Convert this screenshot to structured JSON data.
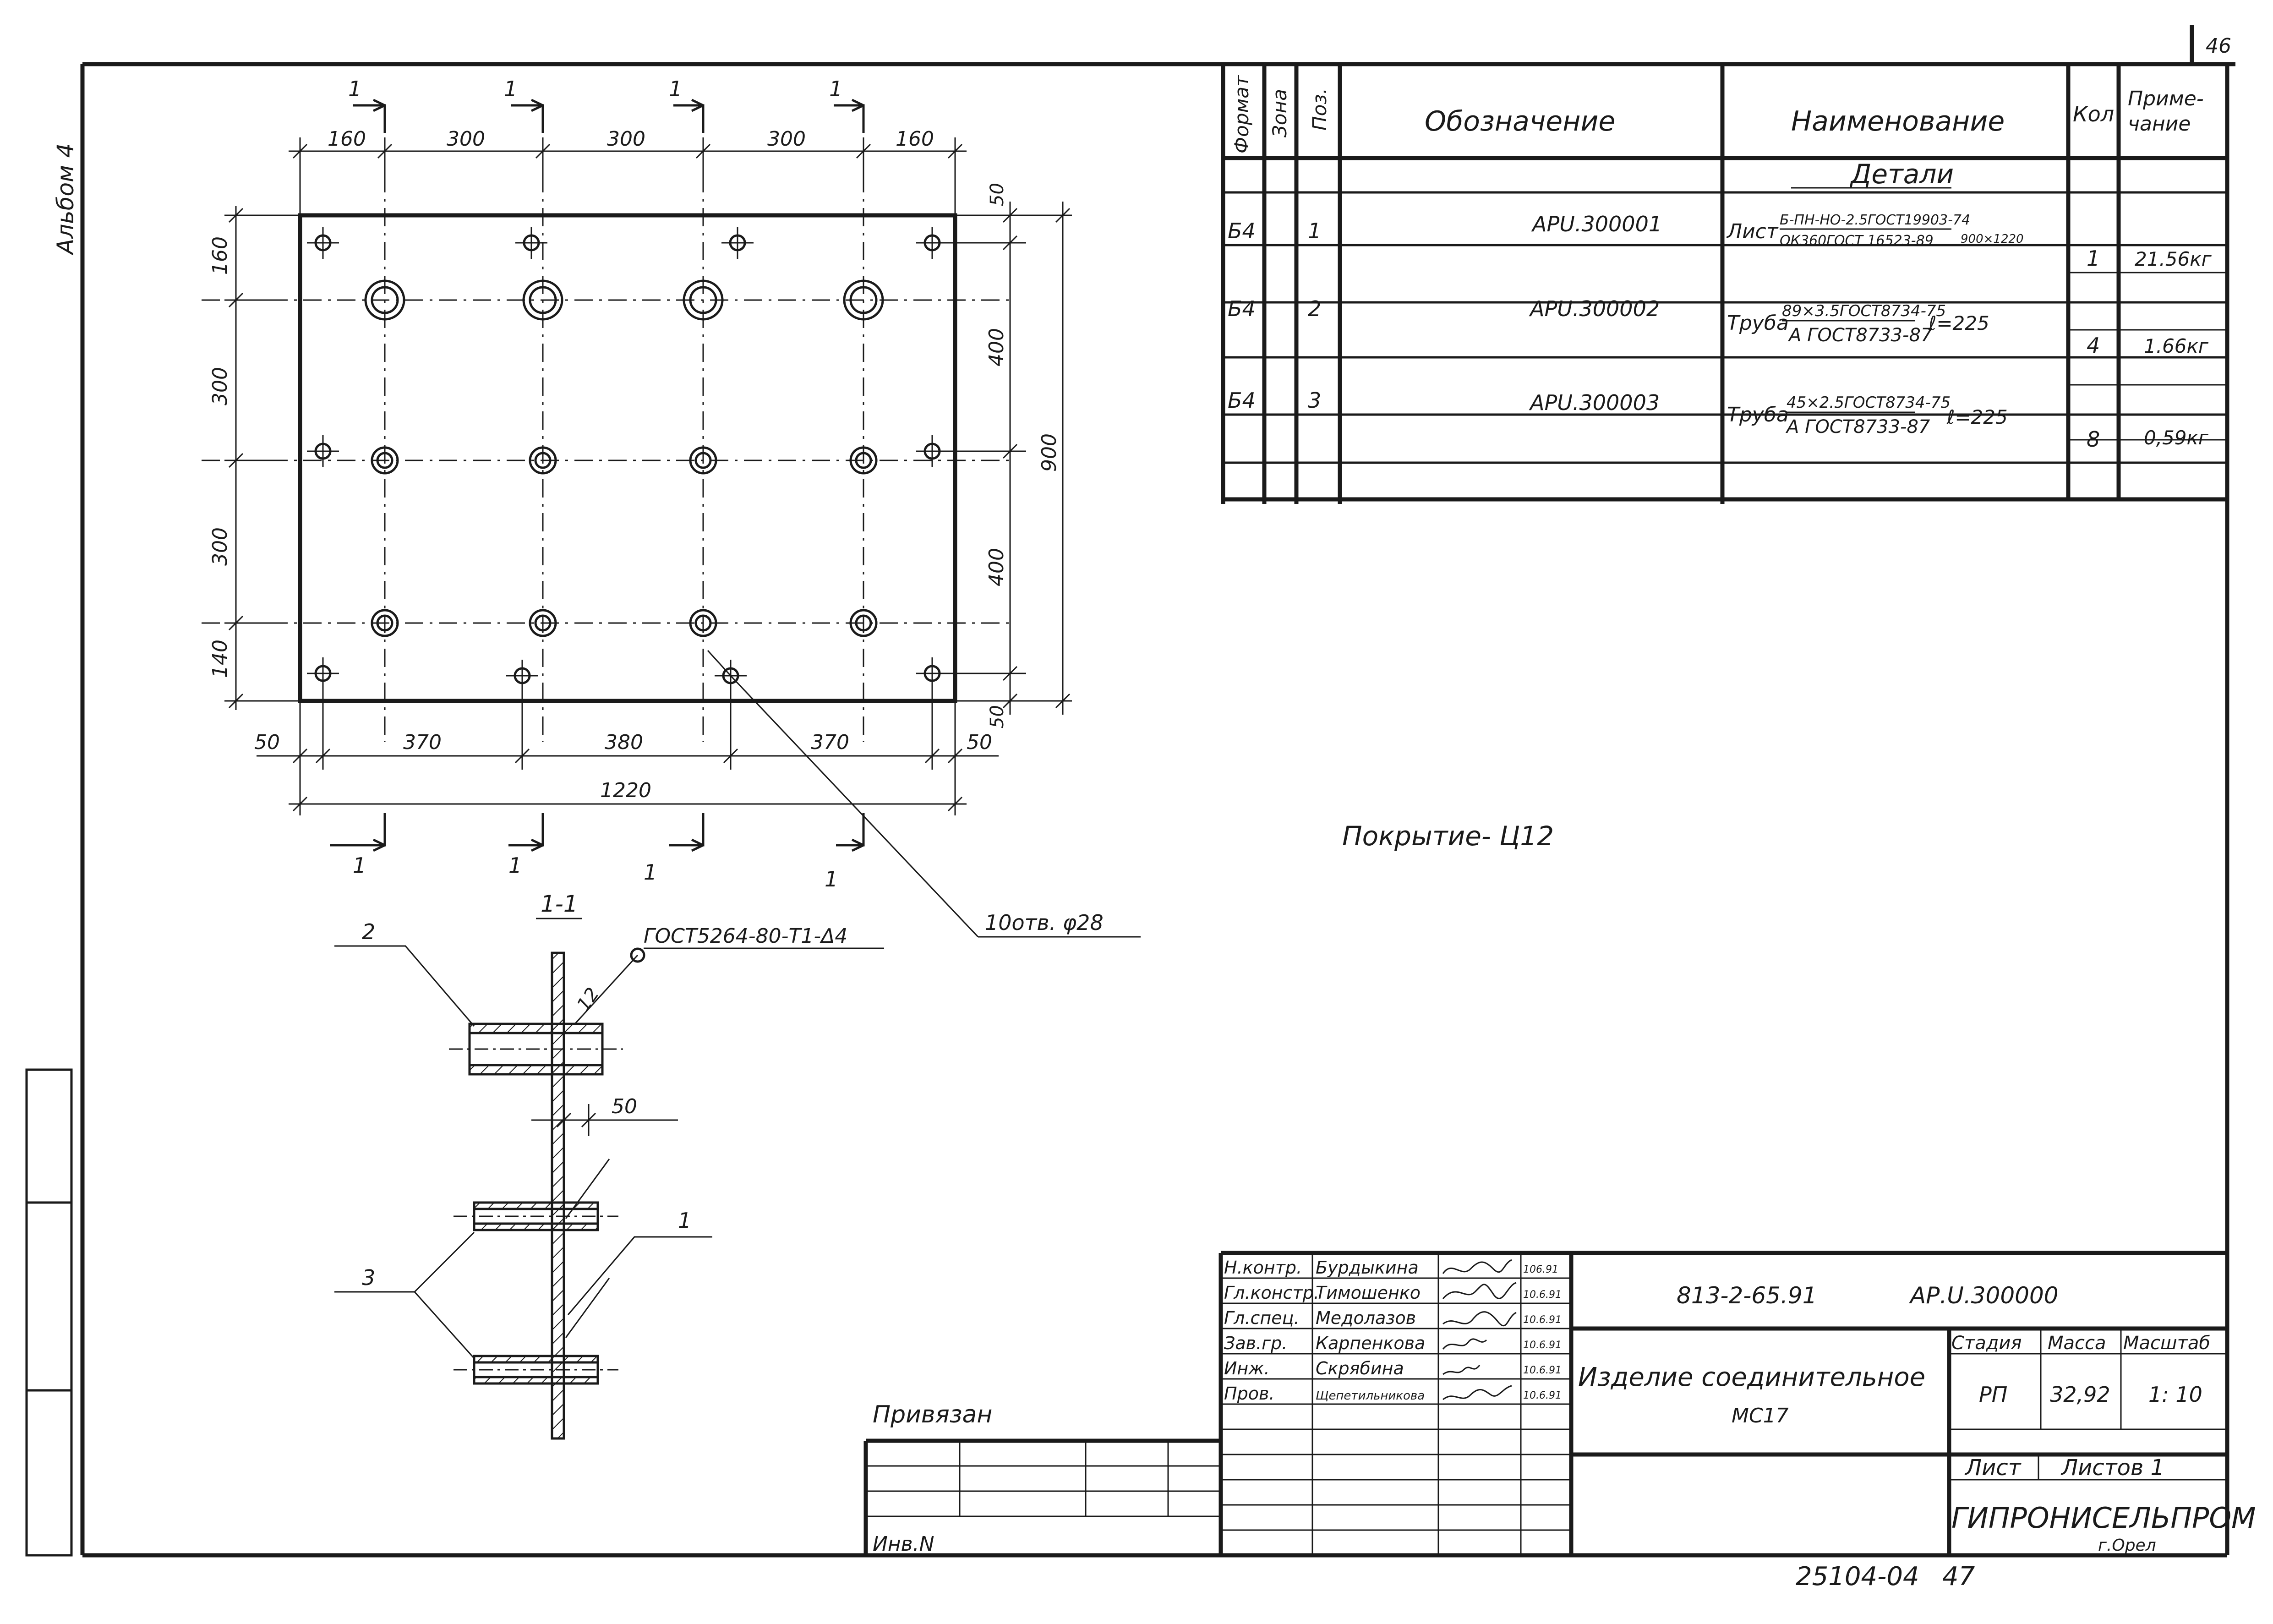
{
  "page": {
    "sheet_number": "46",
    "album": "Альбом 4",
    "bottom_note": "25104-04",
    "bottom_page": "47"
  },
  "plan": {
    "section_marks": [
      "1",
      "1",
      "1",
      "1"
    ],
    "dims_top": [
      "160",
      "300",
      "300",
      "300",
      "160"
    ],
    "dims_bottom": [
      "50",
      "370",
      "380",
      "370",
      "50"
    ],
    "dim_total_width": "1220",
    "dims_left": [
      "160",
      "300",
      "300",
      "140"
    ],
    "dims_right_small": [
      "50",
      "50"
    ],
    "dims_right": [
      "400",
      "400"
    ],
    "dim_total_height": "900",
    "callout_holes": "10отв. φ28"
  },
  "coating": "Покрытие- Ц12",
  "section": {
    "title": "1-1",
    "weld_note": "ГОСТ5264-80-Т1-Δ4",
    "weld_size": "12",
    "gap": "50",
    "pos_labels": [
      "2",
      "1",
      "3"
    ]
  },
  "spec": {
    "headers": {
      "format": "Формат",
      "zone": "Зона",
      "pos": "Поз.",
      "designation": "Обозначение",
      "name": "Наименование",
      "qty": "Кол",
      "note": "Приме-\nчание"
    },
    "section_title": "Детали",
    "rows": [
      {
        "format": "Б4",
        "pos": "1",
        "designation": "АРU.300001",
        "name_prefix": "Лист",
        "name_top": "Б-ПН-НО-2.5ГОСТ19903-74",
        "name_bottom": "ОК360ГОСТ 16523-89",
        "name_extra": "900×1220",
        "qty": "1",
        "note": "21.56кг"
      },
      {
        "format": "Б4",
        "pos": "2",
        "designation": "АРU.300002",
        "name_prefix": "Труба",
        "name_top": "89×3.5ГОСТ8734-75",
        "name_bottom": "А ГОСТ8733-87",
        "name_extra": "ℓ=225",
        "qty": "4",
        "note": "1.66кг"
      },
      {
        "format": "Б4",
        "pos": "3",
        "designation": "АРU.300003",
        "name_prefix": "Труба",
        "name_top": "45×2.5ГОСТ8734-75",
        "name_bottom": "А ГОСТ8733-87",
        "name_extra": "ℓ=225",
        "qty": "8",
        "note": "0,59кг"
      }
    ]
  },
  "title_block": {
    "doc_code": "813-2-65.91",
    "doc_number": "АР.U.300000",
    "product_name": "Изделие соединительное",
    "product_code": "МС17",
    "stage_label": "Стадия",
    "stage": "РП",
    "mass_label": "Масса",
    "mass": "32,92",
    "scale_label": "Масштаб",
    "scale": "1: 10",
    "sheet_label": "Лист",
    "sheets_label": "Листов 1",
    "org": "ГИПРОНИСЕЛЬПРОМ",
    "city": "г.Орел",
    "signatures": [
      {
        "role": "Н.контр.",
        "name": "Бурдыкина",
        "date": "106.91"
      },
      {
        "role": "Гл.констр.",
        "name": "Тимошенко",
        "date": "10.6.91"
      },
      {
        "role": "Гл.спец.",
        "name": "Медолазов",
        "date": "10.6.91"
      },
      {
        "role": "Зав.гр.",
        "name": "Карпенкова",
        "date": "10.6.91"
      },
      {
        "role": "Инж.",
        "name": "Скрябина",
        "date": "10.6.91"
      },
      {
        "role": "Пров.",
        "name": "Щепетильникова",
        "date": "10.6.91"
      }
    ],
    "tied_label": "Привязан",
    "inv_label": "Инв.N"
  }
}
